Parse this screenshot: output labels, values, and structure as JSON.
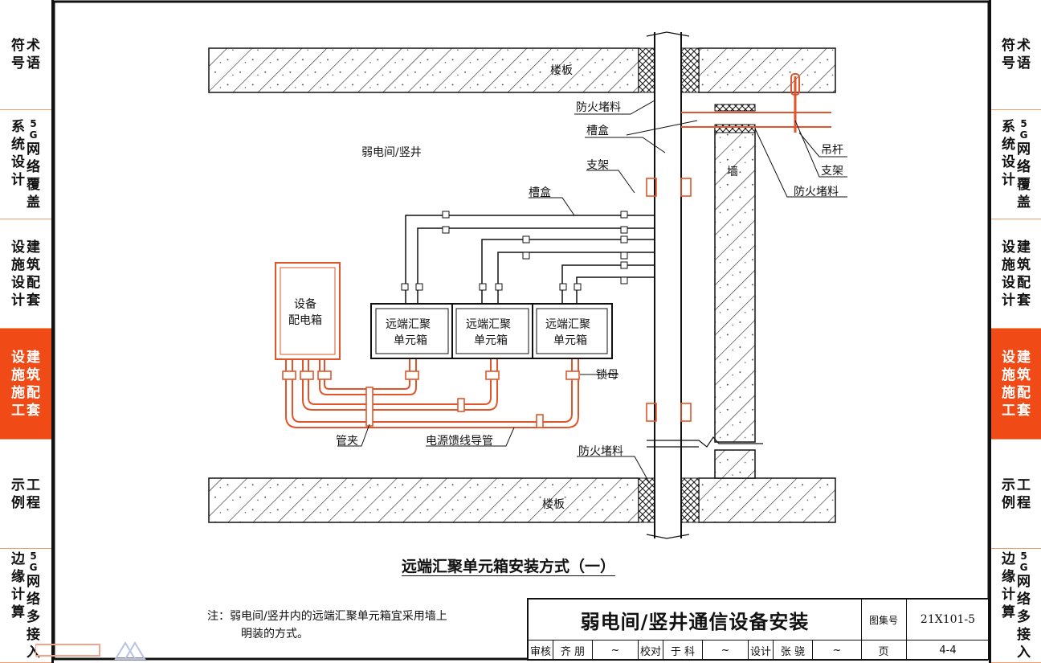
{
  "left_tabs": [
    {
      "lines": [
        "术语",
        "符号"
      ],
      "active": false
    },
    {
      "lines": [
        "5G网络覆盖",
        "系统设计"
      ],
      "active": false
    },
    {
      "lines": [
        "建筑配套",
        "设施设计"
      ],
      "active": false
    },
    {
      "lines": [
        "建筑配套",
        "设施施工"
      ],
      "active": true
    },
    {
      "lines": [
        "工程",
        "示例"
      ],
      "active": false
    },
    {
      "lines": [
        "5G网络多接入",
        "边缘计算"
      ],
      "active": false
    }
  ],
  "right_tabs": [
    {
      "lines": [
        "术语",
        "符号"
      ],
      "active": false
    },
    {
      "lines": [
        "5G网络覆盖",
        "系统设计"
      ],
      "active": false
    },
    {
      "lines": [
        "建筑配套",
        "设施设计"
      ],
      "active": false
    },
    {
      "lines": [
        "建筑配套",
        "设施施工"
      ],
      "active": true
    },
    {
      "lines": [
        "工程",
        "示例"
      ],
      "active": false
    },
    {
      "lines": [
        "5G网络多接入",
        "边缘计算"
      ],
      "active": false
    }
  ],
  "labels": {
    "floor_top": "楼板",
    "floor_bottom": "楼板",
    "fire_top": "防火堵料",
    "trough_top": "槽盒",
    "room": "弱电间/竖井",
    "bracket_left": "支架",
    "trough_mid": "槽盒",
    "hanger": "吊杆",
    "bracket_right": "支架",
    "fire_right": "防火堵料",
    "wall": "墙",
    "dist_box_1": "设备",
    "dist_box_2": "配电箱",
    "unit_1": "远端汇聚",
    "unit_2": "单元箱",
    "locknut": "锁母",
    "clamp": "管夹",
    "conduit": "电源馈线导管",
    "fire_bottom": "防火堵料"
  },
  "caption": "远端汇聚单元箱安装方式（一）",
  "note_line1": "注：弱电间/竖井内的远端汇聚单元箱宜采用墙上",
  "note_line2": "明装的方式。",
  "titleblock": {
    "title": "弱电间/竖井通信设备安装",
    "atlas_label": "图集号",
    "atlas_no": "21X101-5",
    "review_label": "审核",
    "review_name": "齐 朋",
    "check_label": "校对",
    "check_name": "于 科",
    "design_label": "设计",
    "design_name": "张 骁",
    "page_label": "页",
    "page_no": "4-4"
  },
  "colors": {
    "accent": "#f04a16",
    "pipe": "#e2552a",
    "line": "#111111"
  }
}
